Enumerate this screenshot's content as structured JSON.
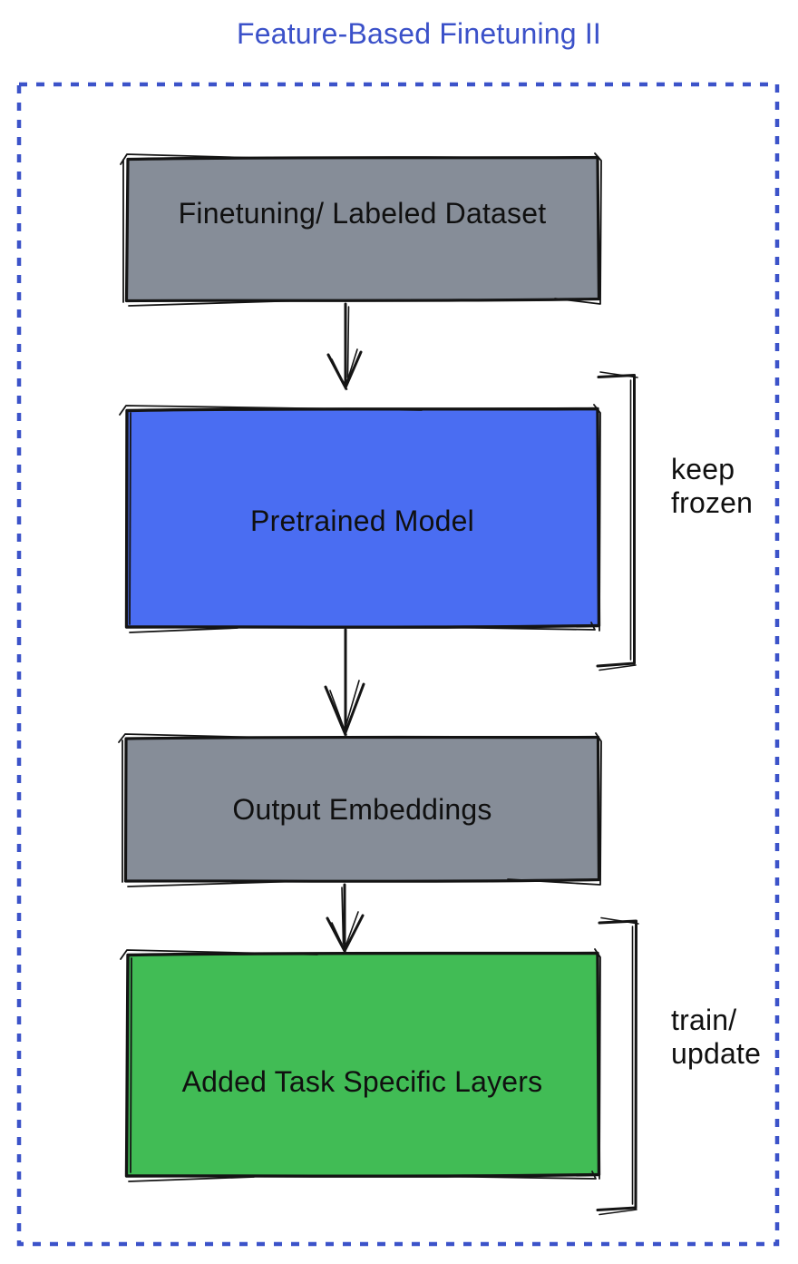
{
  "title": {
    "text": "Feature-Based Finetuning II",
    "color": "#3B51C9"
  },
  "boxes": [
    {
      "id": "finetuning-dataset",
      "label": "Finetuning/ Labeled Dataset",
      "fill": "#868D98"
    },
    {
      "id": "pretrained-model",
      "label": "Pretrained Model",
      "fill": "#4A6DF2"
    },
    {
      "id": "output-embeddings",
      "label": "Output Embeddings",
      "fill": "#868D98"
    },
    {
      "id": "task-specific-layers",
      "label": "Added Task Specific Layers",
      "fill": "#41BC55"
    }
  ],
  "annotations": [
    {
      "id": "keep-frozen",
      "text": "keep\nfrozen"
    },
    {
      "id": "train-update",
      "text": "train/\nupdate"
    }
  ],
  "colors": {
    "line": "#141414",
    "frame": "#3C53C9",
    "background": "#ffffff",
    "text": "#101010"
  }
}
